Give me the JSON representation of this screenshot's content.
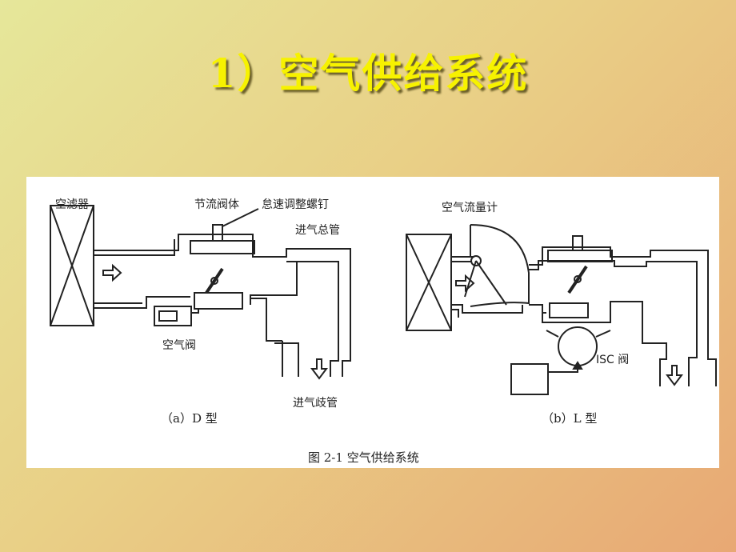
{
  "title": "1）空气供给系统",
  "labels": {
    "air_filter": "空滤器",
    "throttle_body": "节流阀体",
    "idle_screw": "怠速调整螺钉",
    "intake_main": "进气总管",
    "air_valve": "空气阀",
    "intake_manifold": "进气歧管",
    "caption_a": "（a）D 型",
    "airflow_meter": "空气流量计",
    "isc_valve": "ISC 阀",
    "caption_b": "（b）L 型",
    "figure_caption": "图 2-1    空气供给系统"
  },
  "colors": {
    "title": "#f7f200",
    "title_shadow": "#6b5f2a",
    "ink": "#222222"
  }
}
